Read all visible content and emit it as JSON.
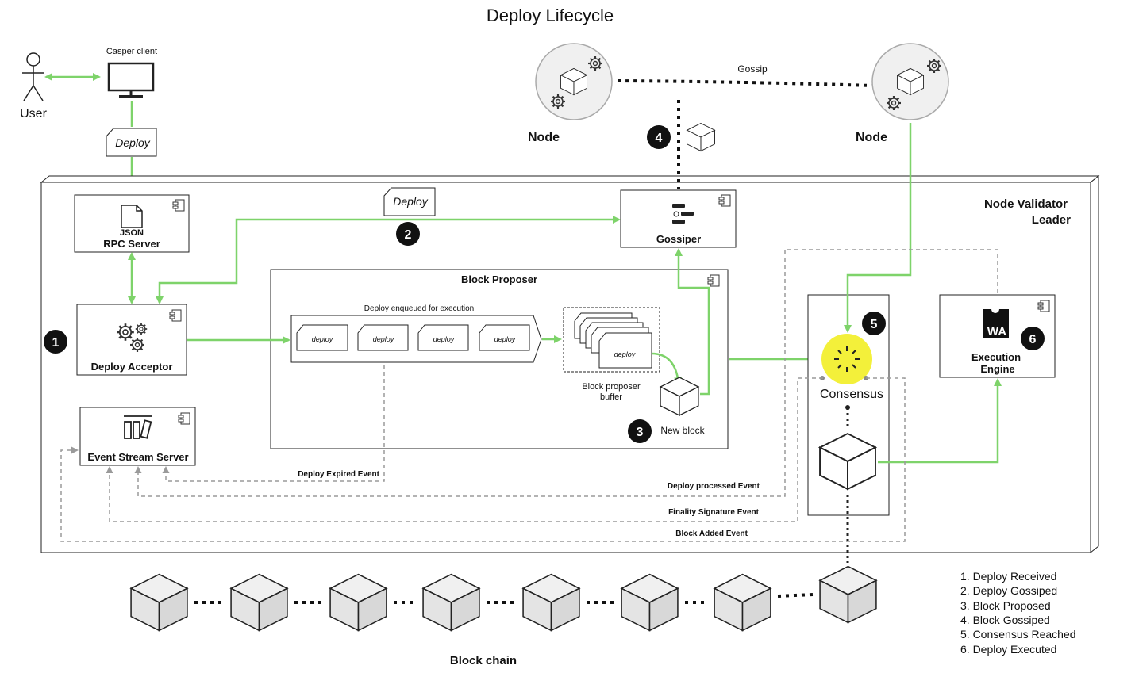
{
  "title": "Deploy Lifecycle",
  "actors": {
    "user": "User",
    "client": "Casper client"
  },
  "deploy_tag": "Deploy",
  "nodes": {
    "left": "Node",
    "right": "Node",
    "gossip": "Gossip"
  },
  "container": {
    "line1": "Node Validator",
    "line2": "Leader"
  },
  "rpc": {
    "json": "JSON",
    "name": "RPC Server"
  },
  "acceptor": "Deploy Acceptor",
  "event_stream": "Event Stream Server",
  "gossiper": "Gossiper",
  "block_proposer": {
    "title": "Block Proposer",
    "queue_label": "Deploy enqueued for execution",
    "queue_items": [
      "deploy",
      "deploy",
      "deploy",
      "deploy"
    ],
    "buffer_item": "deploy",
    "buffer_label_1": "Block proposer",
    "buffer_label_2": "buffer",
    "new_block": "New block"
  },
  "consensus": "Consensus",
  "execution_engine": {
    "logo": "WA",
    "line1": "Execution",
    "line2": "Engine"
  },
  "step_badges": [
    "1",
    "2",
    "3",
    "4",
    "5",
    "6"
  ],
  "events": {
    "expired": "Deploy Expired Event",
    "processed": "Deploy processed Event",
    "finality": "Finality Signature Event",
    "added": "Block Added Event"
  },
  "blockchain_label": "Block chain",
  "legend": [
    "1. Deploy Received",
    "2. Deploy Gossiped",
    "3. Block Proposed",
    "4. Block Gossiped",
    "5. Consensus Reached",
    "6. Deploy Executed"
  ],
  "colors": {
    "flow": "#7ed36a",
    "event": "#9a9a9a",
    "consensus_glow": "#f3f03a"
  }
}
